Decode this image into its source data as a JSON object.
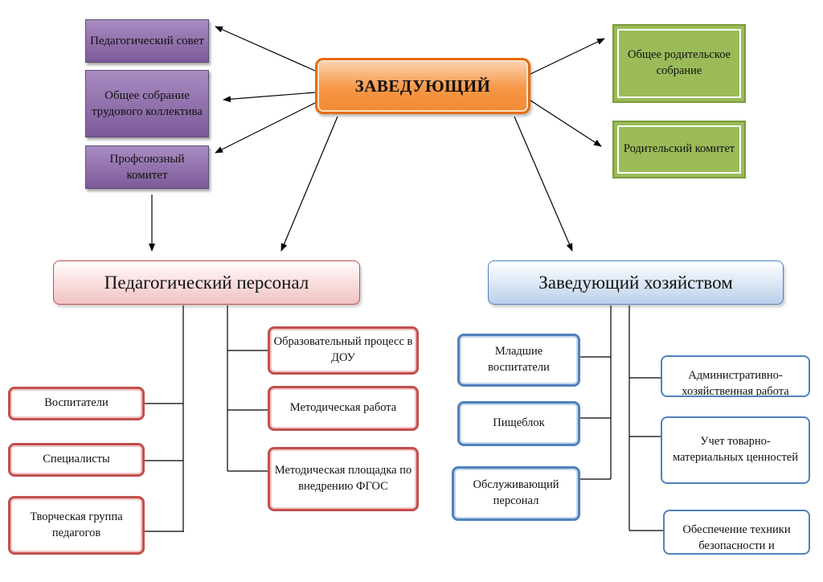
{
  "head": "ЗАВЕДУЮЩИЙ",
  "left_councils": [
    "Педагогический совет",
    "Общее собрание трудового коллектива",
    "Профсоюзный комитет"
  ],
  "right_councils": [
    "Общее родительское собрание",
    "Родительский комитет"
  ],
  "ped_staff": {
    "title": "Педагогический персонал",
    "left": [
      "Воспитатели",
      "Специалисты",
      "Творческая группа педагогов"
    ],
    "right": [
      "Образовательный процесс в ДОУ",
      "Методическая работа",
      "Методическая площадка по внедрению ФГОС"
    ]
  },
  "household": {
    "title": "Заведующий хозяйством",
    "left": [
      "Младшие воспитатели",
      "Пищеблок",
      "Обслуживающий персонал"
    ],
    "right": [
      "Административно-хозяйственная работа",
      "Учет товарно-материальных ценностей",
      "Обеспечение техники безопасности и"
    ]
  }
}
